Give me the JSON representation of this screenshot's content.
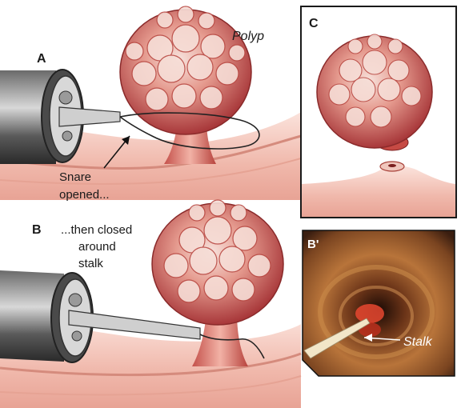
{
  "labels": {
    "panel_a": "A",
    "panel_b": "B",
    "panel_c": "C",
    "panel_b_prime": "B'",
    "polyp": "Polyp",
    "snare_line1": "Snare",
    "snare_line2": "opened...",
    "closed_line1": "...then closed",
    "closed_line2": "around",
    "closed_line3": "stalk",
    "stalk": "Stalk"
  },
  "colors": {
    "tissue": "#f2c2b8",
    "tissue_dark": "#c9564a",
    "polyp_base": "#c9524a",
    "polyp_light": "#f7e2dc",
    "scope_dark": "#3a3a3a",
    "scope_mid": "#8a8a8a",
    "panel_border": "#1a1a1a",
    "endoscopy_bg": "#4a2a18"
  }
}
